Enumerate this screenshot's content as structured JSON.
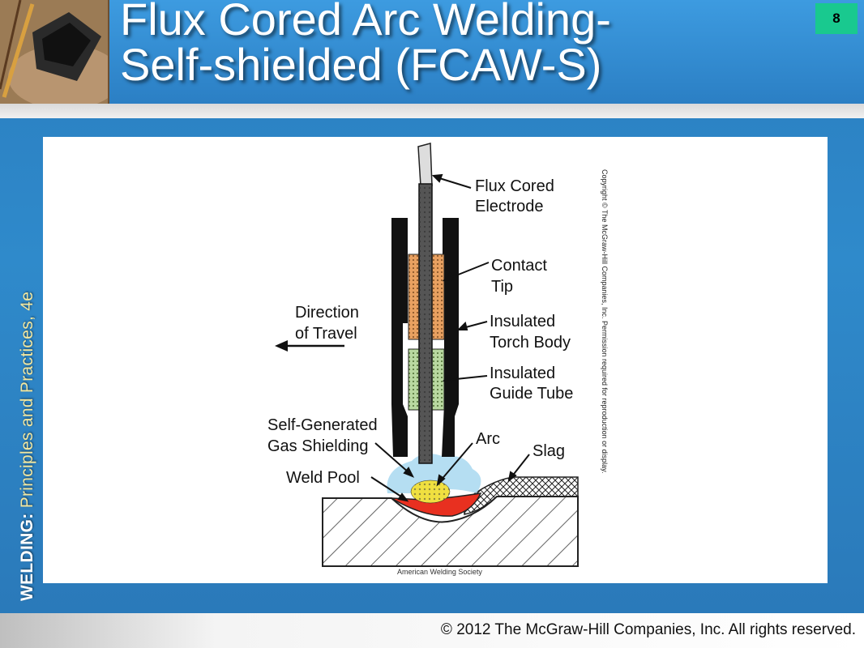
{
  "slide": {
    "title_line1": "Flux Cored Arc Welding-",
    "title_line2": "Self-shielded (FCAW-S)",
    "page_number": "8",
    "sidebar_bold": "WELDING:",
    "sidebar_rest": " Principles and Practices, 4e",
    "footer": "© 2012 The McGraw-Hill Companies, Inc. All rights reserved."
  },
  "diagram": {
    "labels": {
      "electrode_1": "Flux Cored",
      "electrode_2": "Electrode",
      "tip_1": "Contact",
      "tip_2": "Tip",
      "body_1": "Insulated",
      "body_2": "Torch Body",
      "guide_1": "Insulated",
      "guide_2": "Guide Tube",
      "direction_1": "Direction",
      "direction_2": "of Travel",
      "gas_1": "Self-Generated",
      "gas_2": "Gas Shielding",
      "arc": "Arc",
      "slag": "Slag",
      "pool": "Weld Pool"
    },
    "credit": "American Welding Society",
    "copyright": "Copyright © The McGraw-Hill Companies, Inc. Permission required for reproduction or display."
  },
  "colors": {
    "title_bar": "#2b7fc4",
    "page_badge": "#19c98f",
    "contact_tip": "#e8a060",
    "guide_tube": "#b8d8a0",
    "weld_pool": "#e83020",
    "arc": "#f0e040",
    "gas_shield": "#a8d8f0"
  }
}
